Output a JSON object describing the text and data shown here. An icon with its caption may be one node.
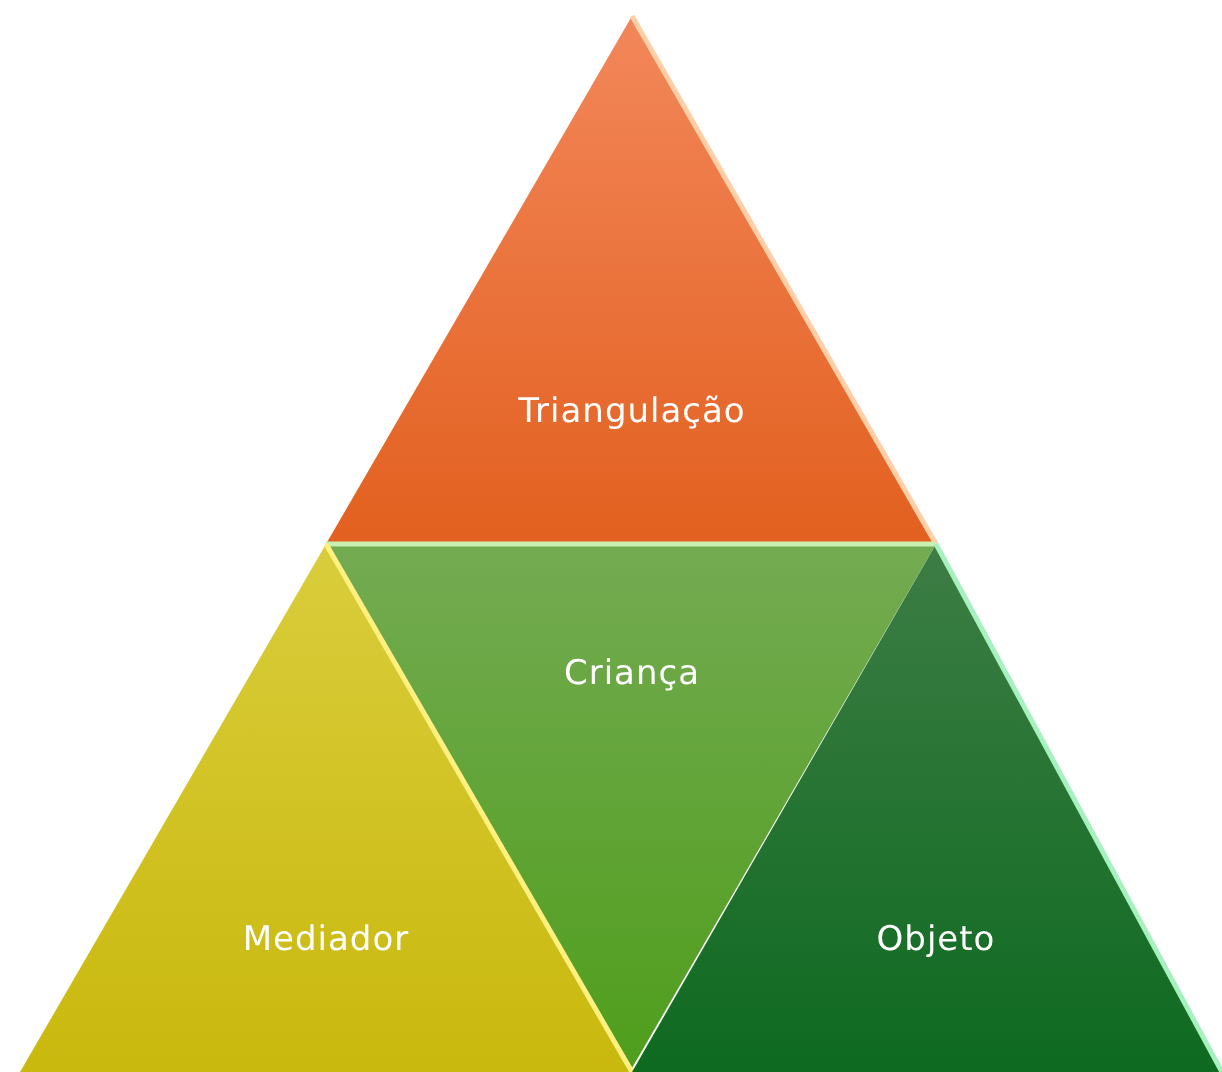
{
  "diagram": {
    "nodes": [
      {
        "text": [
          "Triangulação"
        ]
      },
      {
        "text": [
          "Criança"
        ]
      },
      {
        "text": [
          "Mediador"
        ]
      },
      {
        "text": [
          "Objeto"
        ]
      }
    ]
  }
}
